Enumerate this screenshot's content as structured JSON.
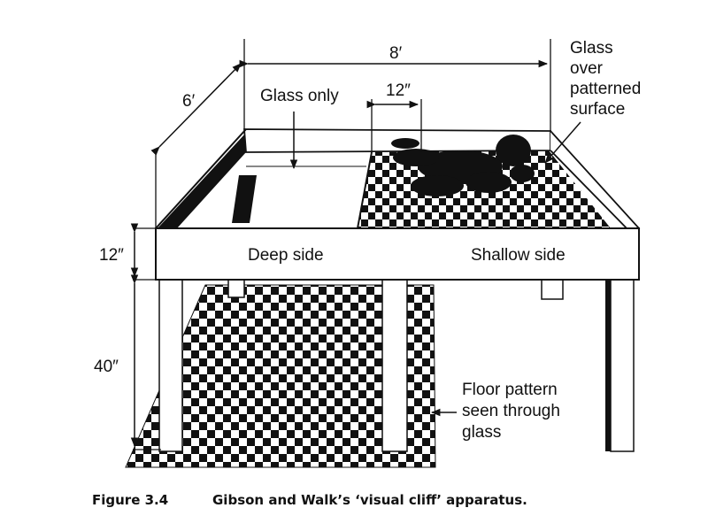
{
  "dimensions": {
    "length": "8′",
    "width": "6′",
    "square": "12″",
    "depth": "12″",
    "leg_height": "40″"
  },
  "labels": {
    "glass_only": "Glass only",
    "glass_patterned_1": "Glass",
    "glass_patterned_2": "over",
    "glass_patterned_3": "patterned",
    "glass_patterned_4": "surface",
    "deep_side": "Deep side",
    "shallow_side": "Shallow side",
    "floor_pattern_1": "Floor pattern",
    "floor_pattern_2": "seen through",
    "floor_pattern_3": "glass"
  },
  "caption": {
    "figure_number": "Figure 3.4",
    "text": "Gibson and Walk’s ‘visual cliff’ apparatus."
  },
  "colors": {
    "ink": "#111111",
    "paper": "#ffffff"
  }
}
